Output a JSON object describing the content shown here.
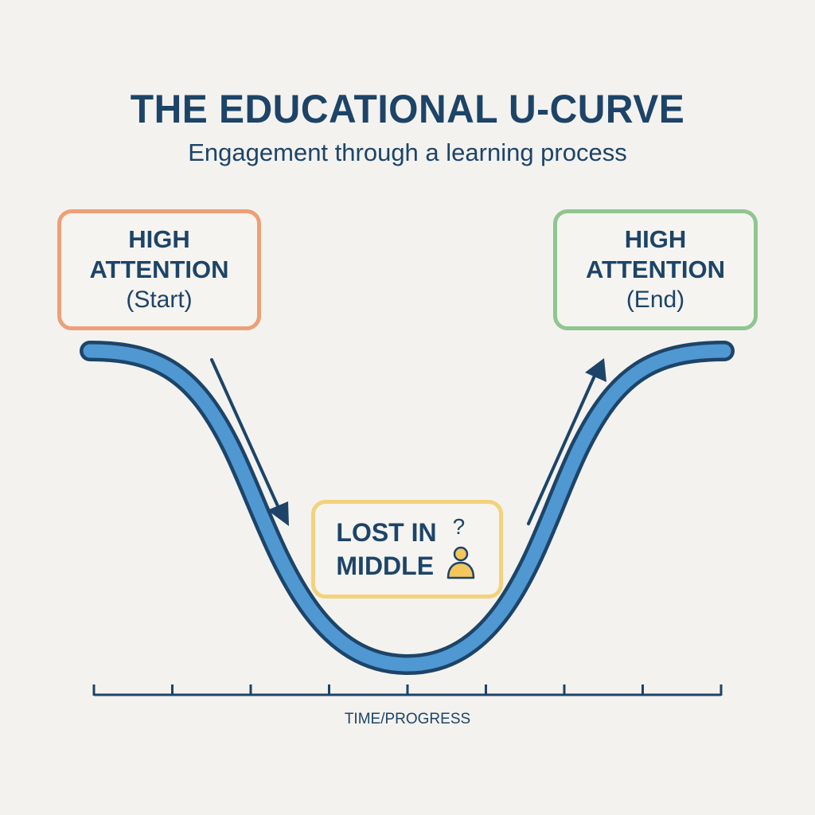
{
  "header": {
    "title": "THE EDUCATIONAL U-CURVE",
    "subtitle": "Engagement through a learning process"
  },
  "boxes": {
    "start": {
      "line1": "HIGH",
      "line2": "ATTENTION",
      "line3": "(Start)",
      "border_color": "#ed9f78"
    },
    "end": {
      "line1": "HIGH",
      "line2": "ATTENTION",
      "line3": "(End)",
      "border_color": "#8fc690"
    },
    "middle": {
      "line1": "LOST IN",
      "line2": "MIDDLE",
      "icon": "confused-person-icon",
      "icon_mark": "?",
      "border_color": "#f3d27c"
    }
  },
  "curve": {
    "fill_color": "#4f98d2",
    "outline_color": "#1d4468",
    "arrows": [
      {
        "direction": "down",
        "name": "decline-arrow"
      },
      {
        "direction": "up",
        "name": "recovery-arrow"
      }
    ]
  },
  "axis": {
    "label": "TIME/PROGRESS",
    "tick_count": 9,
    "color": "#1d4468"
  }
}
